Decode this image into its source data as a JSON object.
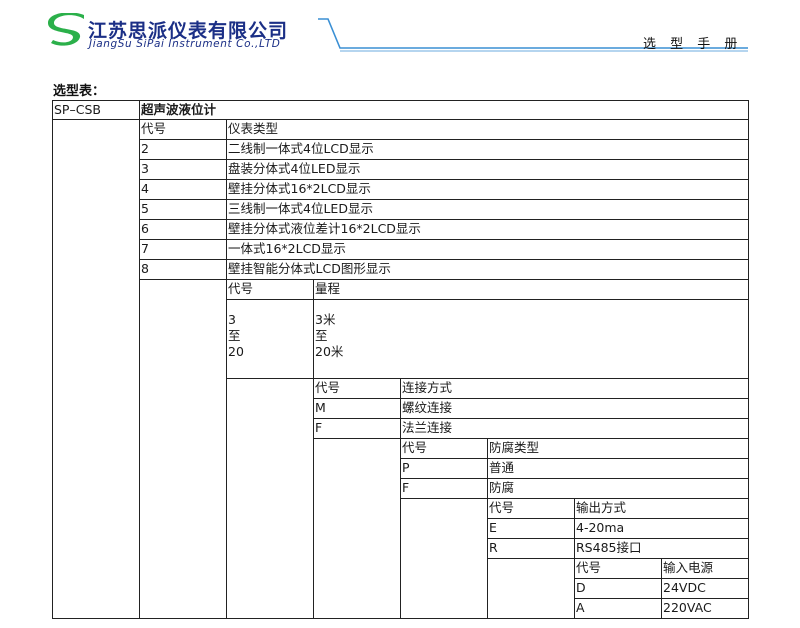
{
  "header": {
    "company_name_cn": "江苏思派仪表有限公司",
    "company_name_en": "JiangSu SiPai Instrument Co.,LTD",
    "doc_type": "选 型 手 册",
    "colors": {
      "brand_green": "#2bb04a",
      "brand_blue": "#1b2f86",
      "accent_blue": "#3a8fd4"
    }
  },
  "section_title": "选型表：",
  "table": {
    "model": "SP–CSB",
    "product_name": "超声波液位计",
    "type_header_code": "代号",
    "type_header_label": "仪表类型",
    "types": [
      {
        "code": "2",
        "label": "二线制一体式4位LCD显示"
      },
      {
        "code": "3",
        "label": "盘装分体式4位LED显示"
      },
      {
        "code": "4",
        "label": "壁挂分体式16*2LCD显示"
      },
      {
        "code": "5",
        "label": "三线制一体式4位LED显示"
      },
      {
        "code": "6",
        "label": "壁挂分体式液位差计16*2LCD显示"
      },
      {
        "code": "7",
        "label": "一体式16*2LCD显示"
      },
      {
        "code": "8",
        "label": "壁挂智能分体式LCD图形显示"
      }
    ],
    "range": {
      "header_code": "代号",
      "header_label": "量程",
      "code_value": "3\n至\n20",
      "label_value": "3米\n至\n20米"
    },
    "connection": {
      "header_code": "代号",
      "header_label": "连接方式",
      "rows": [
        {
          "code": "M",
          "label": "螺纹连接"
        },
        {
          "code": "F",
          "label": "法兰连接"
        }
      ]
    },
    "anticorrosion": {
      "header_code": "代号",
      "header_label": "防腐类型",
      "rows": [
        {
          "code": "P",
          "label": "普通"
        },
        {
          "code": "F",
          "label": "防腐"
        }
      ]
    },
    "output": {
      "header_code": "代号",
      "header_label": "输出方式",
      "rows": [
        {
          "code": "E",
          "label": "4-20ma"
        },
        {
          "code": "R",
          "label": "RS485接口"
        }
      ]
    },
    "power": {
      "header_code": "代号",
      "header_label": "输入电源",
      "rows": [
        {
          "code": "D",
          "label": "24VDC"
        },
        {
          "code": "A",
          "label": "220VAC"
        }
      ]
    }
  }
}
